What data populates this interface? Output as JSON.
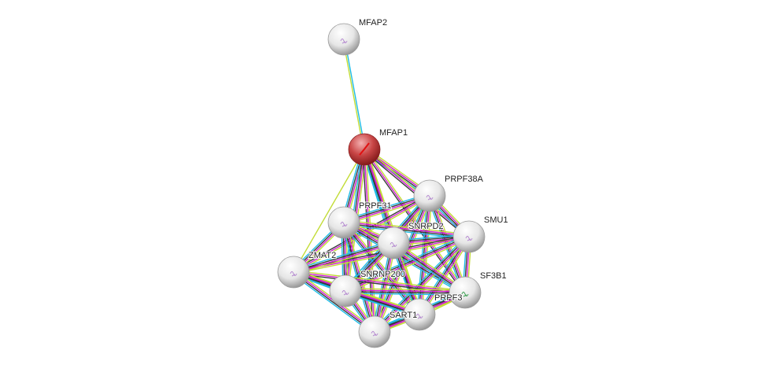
{
  "network": {
    "nodes": [
      {
        "id": "MFAP2",
        "label": "MFAP2",
        "query": false
      },
      {
        "id": "MFAP1",
        "label": "MFAP1",
        "query": true
      },
      {
        "id": "PRPF38A",
        "label": "PRPF38A",
        "query": false
      },
      {
        "id": "PRPF31",
        "label": "PRPF31",
        "query": false
      },
      {
        "id": "SMU1",
        "label": "SMU1",
        "query": false
      },
      {
        "id": "SNRPD2",
        "label": "SNRPD2",
        "query": false
      },
      {
        "id": "ZMAT2",
        "label": "ZMAT2",
        "query": false
      },
      {
        "id": "SNRNP200",
        "label": "SNRNP200",
        "query": false
      },
      {
        "id": "SF3B1",
        "label": "SF3B1",
        "query": false
      },
      {
        "id": "PRPF3",
        "label": "PRPF3",
        "query": false
      },
      {
        "id": "SART1",
        "label": "SART1",
        "query": false
      }
    ],
    "evidence_colors": {
      "c": "#1ebce6",
      "m": "#d21ed2",
      "k": "#3a3a3a",
      "y": "#c2dc36"
    },
    "query_color": "#c0282a",
    "edges": [
      [
        "MFAP2",
        "MFAP1",
        "cy"
      ],
      [
        "MFAP1",
        "PRPF38A",
        "ymkc"
      ],
      [
        "MFAP1",
        "PRPF31",
        "ymkc"
      ],
      [
        "MFAP1",
        "SMU1",
        "ymk"
      ],
      [
        "MFAP1",
        "SNRPD2",
        "ymkc"
      ],
      [
        "MFAP1",
        "ZMAT2",
        "y"
      ],
      [
        "MFAP1",
        "SNRNP200",
        "ymkc"
      ],
      [
        "MFAP1",
        "SF3B1",
        "ymk"
      ],
      [
        "MFAP1",
        "PRPF3",
        "ymkc"
      ],
      [
        "MFAP1",
        "SART1",
        "ymk"
      ],
      [
        "PRPF38A",
        "PRPF31",
        "ymkc"
      ],
      [
        "PRPF38A",
        "SMU1",
        "ymkc"
      ],
      [
        "PRPF38A",
        "SNRPD2",
        "ymkc"
      ],
      [
        "PRPF38A",
        "ZMAT2",
        "ymk"
      ],
      [
        "PRPF38A",
        "SNRNP200",
        "ymkc"
      ],
      [
        "PRPF38A",
        "SF3B1",
        "ymkc"
      ],
      [
        "PRPF38A",
        "PRPF3",
        "ymkc"
      ],
      [
        "PRPF38A",
        "SART1",
        "ymkc"
      ],
      [
        "PRPF31",
        "SMU1",
        "ymkc"
      ],
      [
        "PRPF31",
        "SNRPD2",
        "ymkc"
      ],
      [
        "PRPF31",
        "ZMAT2",
        "ymkc"
      ],
      [
        "PRPF31",
        "SNRNP200",
        "ymkc"
      ],
      [
        "PRPF31",
        "SF3B1",
        "ymkc"
      ],
      [
        "PRPF31",
        "PRPF3",
        "ymkc"
      ],
      [
        "PRPF31",
        "SART1",
        "ymkc"
      ],
      [
        "SMU1",
        "SNRPD2",
        "ymkc"
      ],
      [
        "SMU1",
        "ZMAT2",
        "ymk"
      ],
      [
        "SMU1",
        "SNRNP200",
        "ymkc"
      ],
      [
        "SMU1",
        "SF3B1",
        "ymkc"
      ],
      [
        "SMU1",
        "PRPF3",
        "ymkc"
      ],
      [
        "SMU1",
        "SART1",
        "ymkc"
      ],
      [
        "SNRPD2",
        "ZMAT2",
        "ymkc"
      ],
      [
        "SNRPD2",
        "SNRNP200",
        "ymkc"
      ],
      [
        "SNRPD2",
        "SF3B1",
        "ymkc"
      ],
      [
        "SNRPD2",
        "PRPF3",
        "ymkc"
      ],
      [
        "SNRPD2",
        "SART1",
        "ymkc"
      ],
      [
        "ZMAT2",
        "SNRNP200",
        "ymkc"
      ],
      [
        "ZMAT2",
        "SF3B1",
        "ymk"
      ],
      [
        "ZMAT2",
        "PRPF3",
        "ymkc"
      ],
      [
        "ZMAT2",
        "SART1",
        "ymkc"
      ],
      [
        "SNRNP200",
        "SF3B1",
        "ymkc"
      ],
      [
        "SNRNP200",
        "PRPF3",
        "ymkc"
      ],
      [
        "SNRNP200",
        "SART1",
        "ymkc"
      ],
      [
        "SF3B1",
        "PRPF3",
        "ymkc"
      ],
      [
        "SF3B1",
        "SART1",
        "ymkc"
      ],
      [
        "PRPF3",
        "SART1",
        "ymkc"
      ]
    ]
  }
}
